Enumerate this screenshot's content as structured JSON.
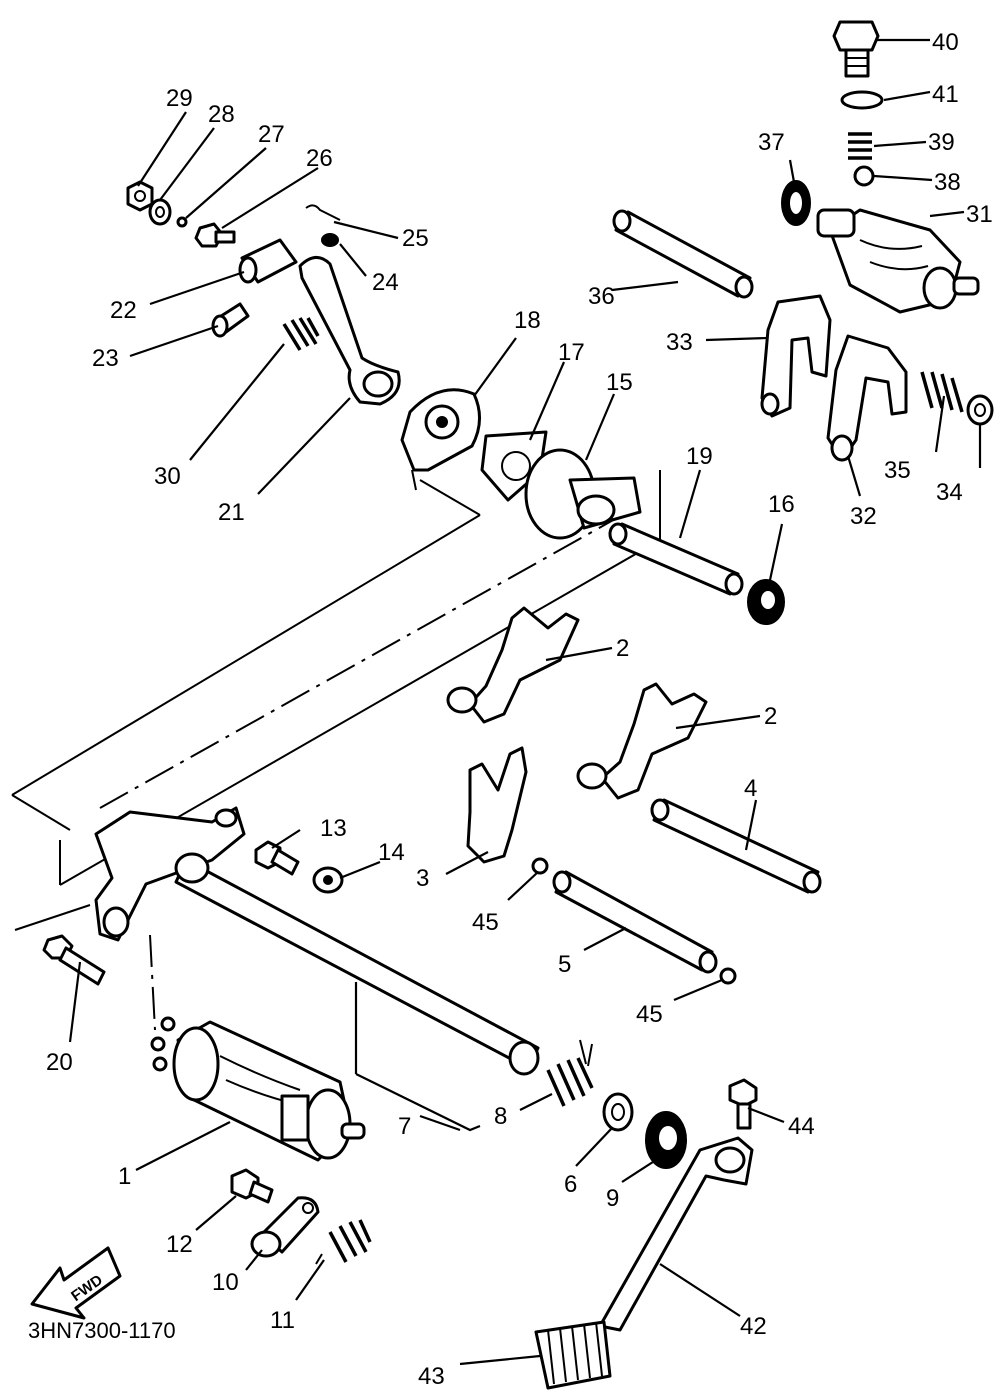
{
  "diagram": {
    "drawing_code": "3HN7300-1170",
    "direction_arrow": "FWD",
    "callouts": {
      "p1": "1",
      "p2a": "2",
      "p2b": "2",
      "p3": "3",
      "p4": "4",
      "p5": "5",
      "p6": "6",
      "p7": "7",
      "p8": "8",
      "p9": "9",
      "p10": "10",
      "p11": "11",
      "p12": "12",
      "p13": "13",
      "p14": "14",
      "p15": "15",
      "p16": "16",
      "p17": "17",
      "p18": "18",
      "p19": "19",
      "p20": "20",
      "p21": "21",
      "p22": "22",
      "p23": "23",
      "p24": "24",
      "p25": "25",
      "p26": "26",
      "p27": "27",
      "p28": "28",
      "p29": "29",
      "p30": "30",
      "p31": "31",
      "p32": "32",
      "p33": "33",
      "p34": "34",
      "p35": "35",
      "p36": "36",
      "p37": "37",
      "p38": "38",
      "p39": "39",
      "p40": "40",
      "p41": "41",
      "p42": "42",
      "p43": "43",
      "p44": "44",
      "p45a": "45",
      "p45b": "45"
    }
  }
}
